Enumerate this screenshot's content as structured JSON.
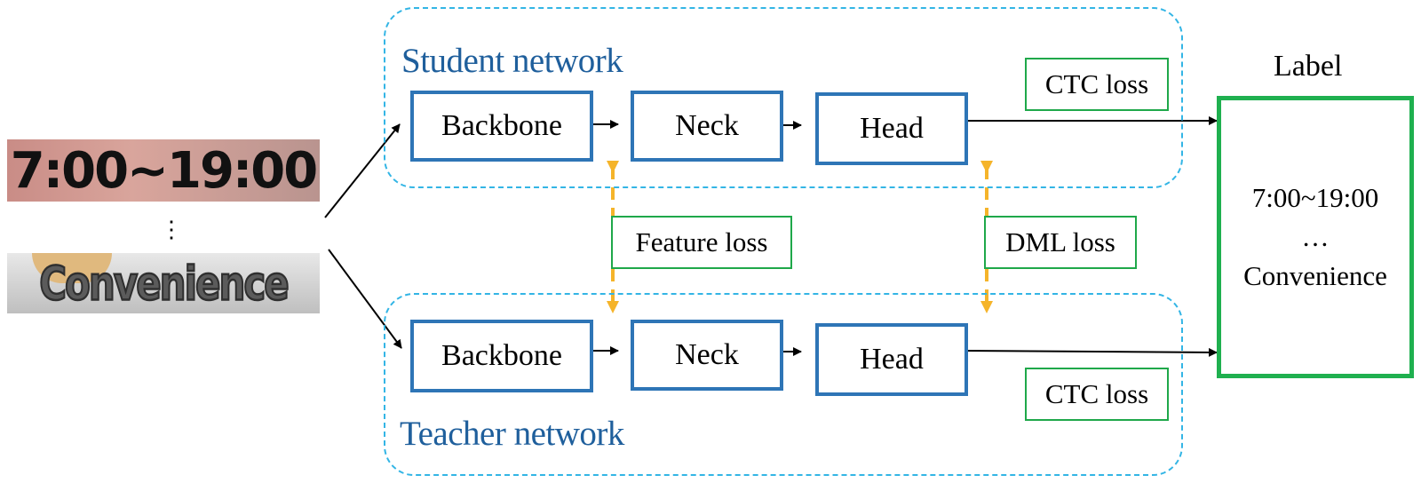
{
  "samples": {
    "sample1_text": "7:00~19:00",
    "ellipsis": "⋮",
    "sample2_text": "Convenience"
  },
  "student": {
    "title": "Student network",
    "backbone": "Backbone",
    "neck": "Neck",
    "head": "Head",
    "loss": "CTC loss"
  },
  "teacher": {
    "title": "Teacher network",
    "backbone": "Backbone",
    "neck": "Neck",
    "head": "Head",
    "loss": "CTC loss"
  },
  "middle": {
    "feature_loss": "Feature loss",
    "dml_loss": "DML loss"
  },
  "label": {
    "title": "Label",
    "line1": "7:00~19:00",
    "line2": "…",
    "line3": "Convenience"
  },
  "colors": {
    "block_border": "#2e75b6",
    "group_border": "#33b5e5",
    "loss_border": "#1fa84a",
    "label_border": "#1fb04f",
    "dashed_arrow": "#f5b42a"
  }
}
